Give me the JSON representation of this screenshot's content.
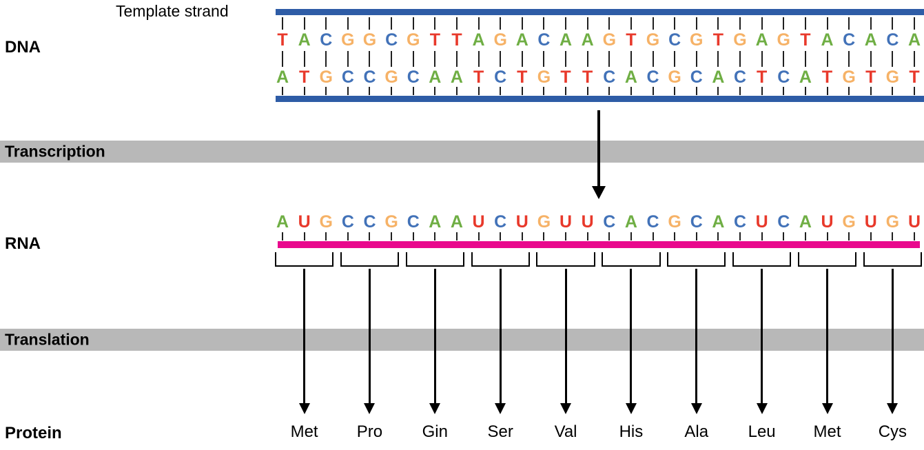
{
  "labels": {
    "template_strand": "Template strand",
    "dna": "DNA",
    "transcription": "Transcription",
    "rna": "RNA",
    "translation": "Translation",
    "protein": "Protein"
  },
  "dna": {
    "template_strand_sequence": "TACGGCGTTAGACAAGTGCGTGAGTACACA",
    "complementary_strand_sequence": "ATGCCGCAATCTGTTCACGCACTCATGTGT"
  },
  "rna": {
    "sequence": "AUGCCGCAAUCUGUUCACGCACUCAUGUGU"
  },
  "protein": {
    "amino_acids": [
      "Met",
      "Pro",
      "Gin",
      "Ser",
      "Val",
      "His",
      "Ala",
      "Leu",
      "Met",
      "Cys"
    ]
  },
  "colors": {
    "base_A": "#6fae44",
    "base_T": "#e8392b",
    "base_C": "#4272b8",
    "base_G": "#f6b267",
    "base_U": "#e8392b",
    "dna_backbone": "#2e5ca6",
    "rna_backbone": "#e9098d",
    "section_band": "#b8b8b8",
    "tick": "#1f1f1f",
    "arrow": "#000000"
  }
}
